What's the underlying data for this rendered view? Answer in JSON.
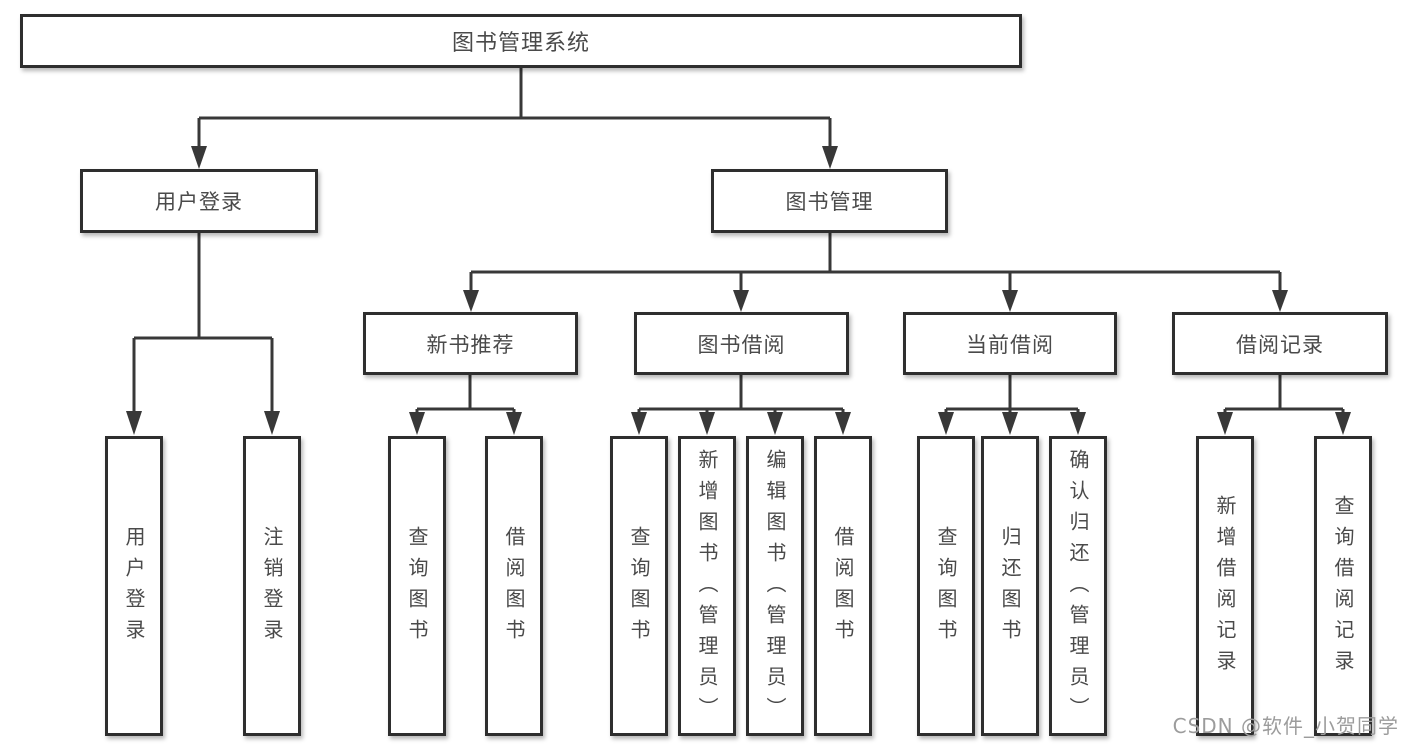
{
  "colors": {
    "line": "#383838",
    "box_border": "#2e2e2e",
    "box_text": "#4a4a4a",
    "background": "#ffffff",
    "watermark": "#9c9c9c"
  },
  "tree": {
    "root": "图书管理系统",
    "login": {
      "label": "用户登录",
      "children": [
        "用户登录",
        "注销登录"
      ]
    },
    "manage": {
      "label": "图书管理",
      "sections": [
        {
          "label": "新书推荐",
          "children": [
            "查询图书",
            "借阅图书"
          ]
        },
        {
          "label": "图书借阅",
          "children": [
            "查询图书",
            "新增图书（管理员）",
            "编辑图书（管理员）",
            "借阅图书"
          ]
        },
        {
          "label": "当前借阅",
          "children": [
            "查询图书",
            "归还图书",
            "确认归还（管理员）"
          ]
        },
        {
          "label": "借阅记录",
          "children": [
            "新增借阅记录",
            "查询借阅记录"
          ]
        }
      ]
    }
  },
  "watermark": {
    "text": "CSDN @软件_小贺同学"
  }
}
